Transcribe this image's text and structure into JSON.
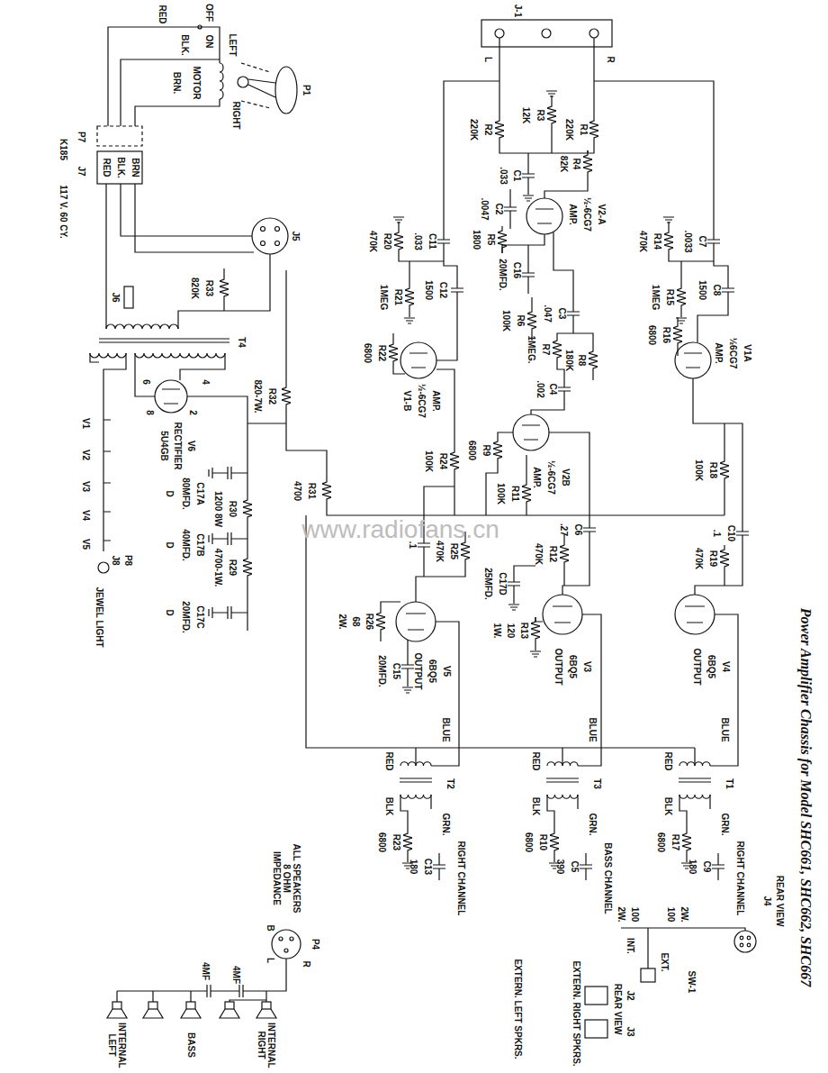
{
  "diagram": {
    "title": "Power Amplifier Chassis for Model SHC661, SHC662, SHC667",
    "labels": [
      "RED",
      "OFF",
      "ON",
      "BLK.",
      "MOTOR",
      "BRN.",
      "LEFT",
      "RIGHT",
      "P1",
      "P7",
      "K185",
      "J7",
      "RED",
      "BLK.",
      "BRN",
      "117 V. 60 CY.",
      "J5",
      "J6",
      "R33",
      "820K",
      "T4",
      "R32",
      "820-7W.",
      "R31",
      "4700",
      "V6",
      "RECTIFIER",
      "5U4GB",
      "6",
      "4",
      "8",
      "2",
      "D",
      "C17A",
      "80MFD.",
      "R30",
      "1200 8W",
      "D",
      "C17B",
      "40MFD.",
      "R29",
      "4700-1W.",
      "D",
      "C17C",
      "20MFD.",
      "V1",
      "V2",
      "V3",
      "V4",
      "V5",
      "J8",
      "P8",
      "JEWEL LIGHT",
      "J-1",
      "L",
      "R",
      "R2",
      "220K",
      "R1",
      "220K",
      "R3",
      "12K",
      "C1",
      ".033",
      "R4",
      "82K",
      "C2",
      ".0047",
      "R5",
      "1800",
      "C16",
      "20MFD.",
      "V2-A",
      "½-6CG7",
      "AMP.",
      "R20",
      "470K",
      "C11",
      ".033",
      "C12",
      "1500",
      "R21",
      "1MEG",
      "R6",
      "100K",
      "C3",
      ".047",
      "R7",
      "1MEG.",
      "R8",
      "180K",
      "C4",
      ".002",
      "C7",
      ".0033",
      "R14",
      "470K",
      "C8",
      "1500",
      "R15",
      "1MEG",
      "V1A",
      "½6CG7",
      "AMP.",
      "R16",
      "6800",
      "R22",
      "6800",
      "V1-B",
      "½-6CG7",
      "AMP.",
      "R9",
      "6800",
      "V2B",
      "½-6CG7",
      "AMP.",
      "R24",
      "100K",
      "R11",
      "100K",
      "R18",
      "100K",
      "C10",
      ".1",
      "R19",
      "470K",
      "C6",
      ".27",
      "R12",
      "470K",
      "R25",
      "470K",
      ".1",
      "C17D",
      "25MFD.",
      "R13",
      "120",
      "1W.",
      "V3",
      "6BQ5",
      "OUTPUT",
      "V4",
      "6BQ5",
      "OUTPUT",
      "V5",
      "6BQ5",
      "OUTPUT",
      "R26",
      "68",
      "2W.",
      "C15",
      "20MFD.",
      "BLUE",
      "BLUE",
      "BLUE",
      "RED",
      "RED",
      "RED",
      "BLK",
      "BLK",
      "BLK",
      "GRN.",
      "GRN.",
      "GRN.",
      "T2",
      "T3",
      "T1",
      "R23",
      "6800",
      "C13",
      "180",
      "RIGHT CHANNEL",
      "R10",
      "6800",
      "C5",
      "390",
      "BASS CHANNEL",
      "R17",
      "6800",
      "C9",
      "180",
      "RIGHT CHANNEL",
      "J4",
      "REAR VIEW",
      "100",
      "2W.",
      "100",
      "2W.",
      "INT.",
      "EXT.",
      "SW-1",
      "J2",
      "REAR VIEW",
      "J3",
      "EXTERN. LEFT SPKRS.",
      "EXTERN. RIGHT SPKRS.",
      "ALL SPEAKERS 8 OHM IMPEDANCE",
      "P4",
      "B",
      "L",
      "R",
      "4MF",
      "4MF",
      "INTERNAL LEFT",
      "BASS",
      "INTERNAL RIGHT",
      "www.radiofans.cn"
    ]
  }
}
